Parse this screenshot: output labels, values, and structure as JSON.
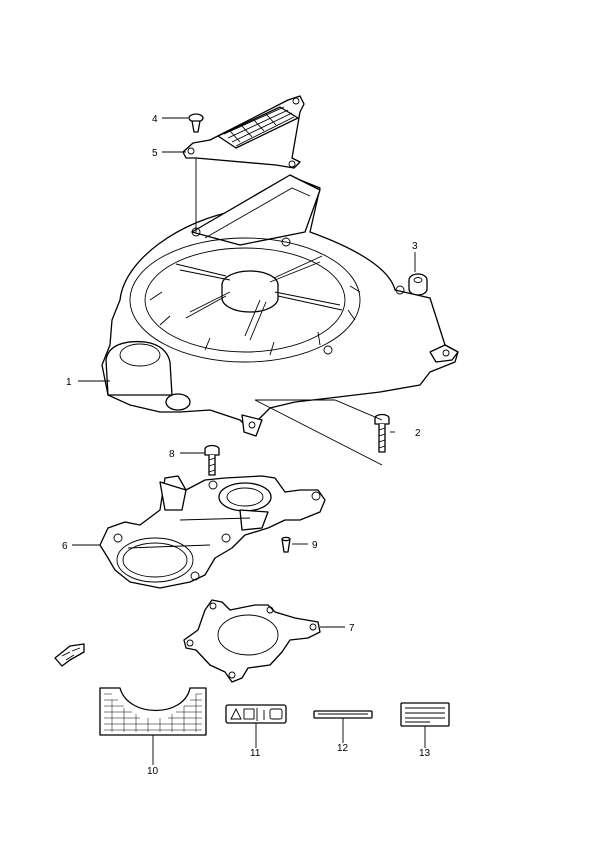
{
  "callouts": [
    {
      "id": "1",
      "label": "1"
    },
    {
      "id": "2",
      "label": "2"
    },
    {
      "id": "3",
      "label": "3"
    },
    {
      "id": "4",
      "label": "4"
    },
    {
      "id": "5",
      "label": "5"
    },
    {
      "id": "6",
      "label": "6"
    },
    {
      "id": "7",
      "label": "7"
    },
    {
      "id": "8",
      "label": "8"
    },
    {
      "id": "9",
      "label": "9"
    },
    {
      "id": "10",
      "label": "10"
    },
    {
      "id": "11",
      "label": "11"
    },
    {
      "id": "12",
      "label": "12"
    },
    {
      "id": "13",
      "label": "13"
    }
  ],
  "icons": {
    "front_direction": "front-arrow-icon"
  }
}
